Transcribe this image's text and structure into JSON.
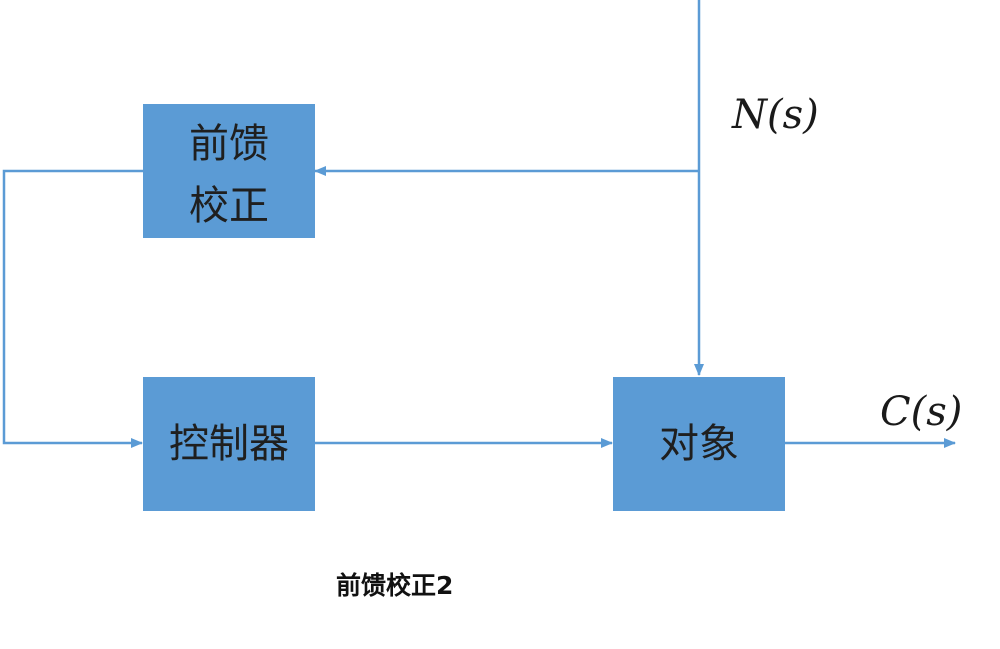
{
  "blocks": {
    "feedforward": {
      "line1": "前馈",
      "line2": "校正"
    },
    "controller": {
      "label": "控制器"
    },
    "plant": {
      "label": "对象"
    }
  },
  "signals": {
    "disturbance": "N(s)",
    "output": "C(s)"
  },
  "caption": "前馈校正2",
  "colors": {
    "block_fill": "#5b9bd5",
    "line": "#5b9bd5"
  }
}
